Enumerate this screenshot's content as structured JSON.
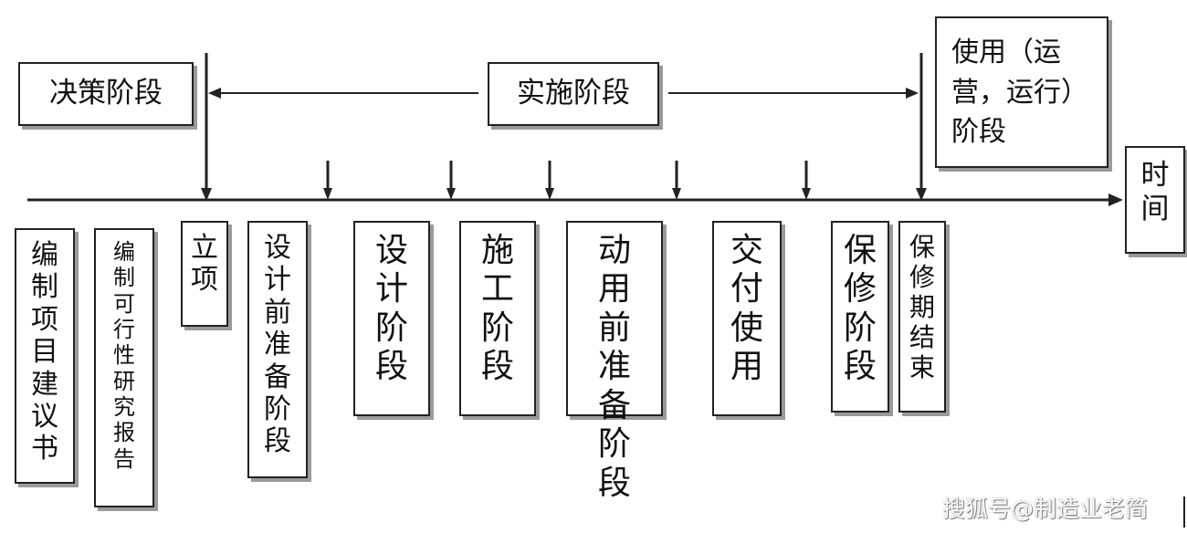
{
  "phase_labels": {
    "decision": "决策阶段",
    "implementation": "实施阶段",
    "use": "使用（运营，运行）阶段",
    "time": "时间"
  },
  "stages": [
    "编制项目建议书",
    "编制可行性研究报告",
    "立项",
    "设计前准备阶段",
    "设计阶段",
    "施工阶段",
    "动用前准备阶段",
    "交付使用",
    "保修阶段",
    "保修期结束"
  ],
  "watermark": "搜狐号@制造业老简",
  "colors": {
    "line": "#222222",
    "shadow": "#9a9a9a",
    "background": "#ffffff"
  }
}
